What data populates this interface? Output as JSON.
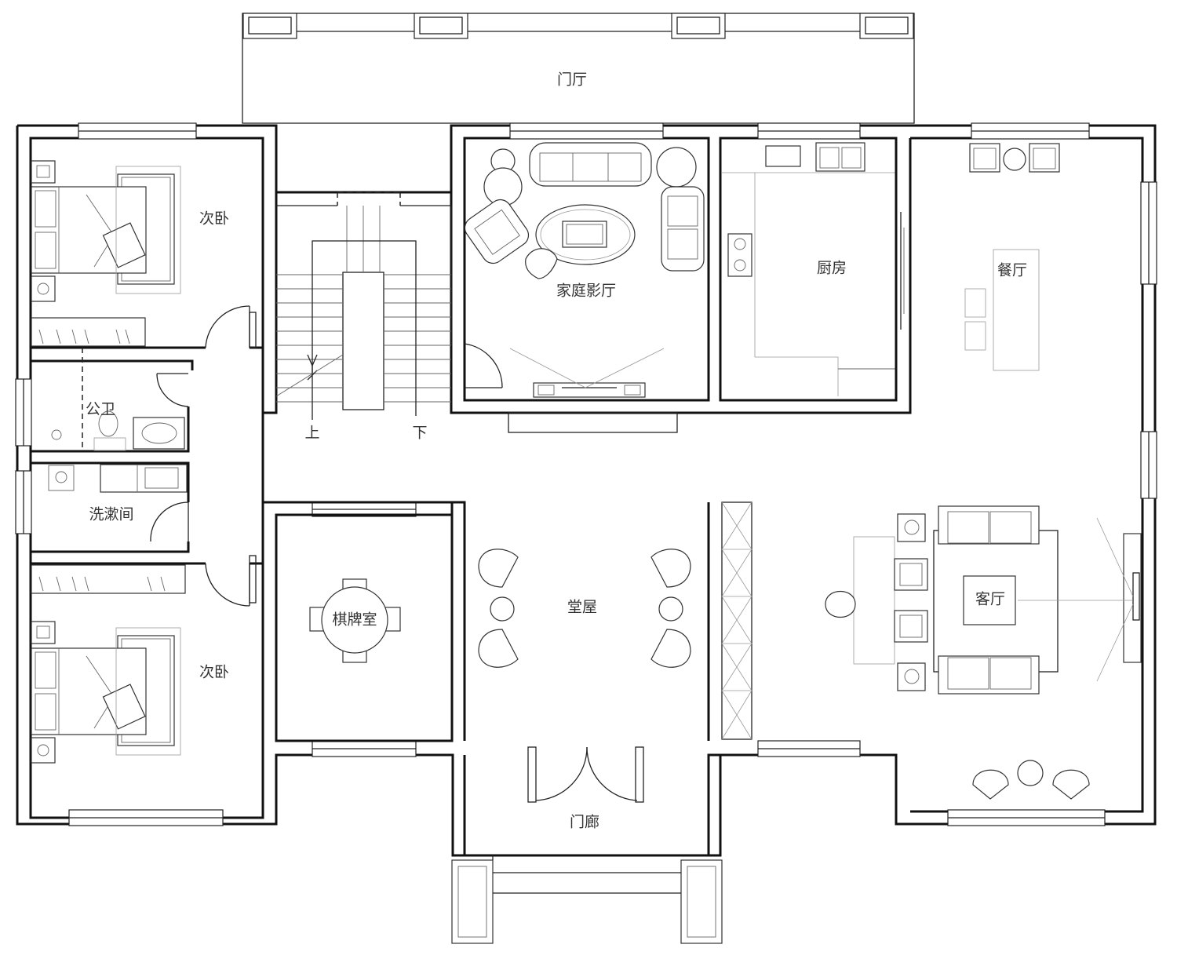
{
  "rooms": {
    "foyer": "门厅",
    "bedroom_top": "次卧",
    "home_theater": "家庭影厅",
    "kitchen": "厨房",
    "dining": "餐厅",
    "public_wc": "公卫",
    "laundry": "洗漱间",
    "bedroom_bottom": "次卧",
    "mahjong_room": "棋牌室",
    "main_hall": "堂屋",
    "living_room": "客厅",
    "porch": "门廊"
  },
  "stair": {
    "up": "上",
    "down": "下"
  }
}
